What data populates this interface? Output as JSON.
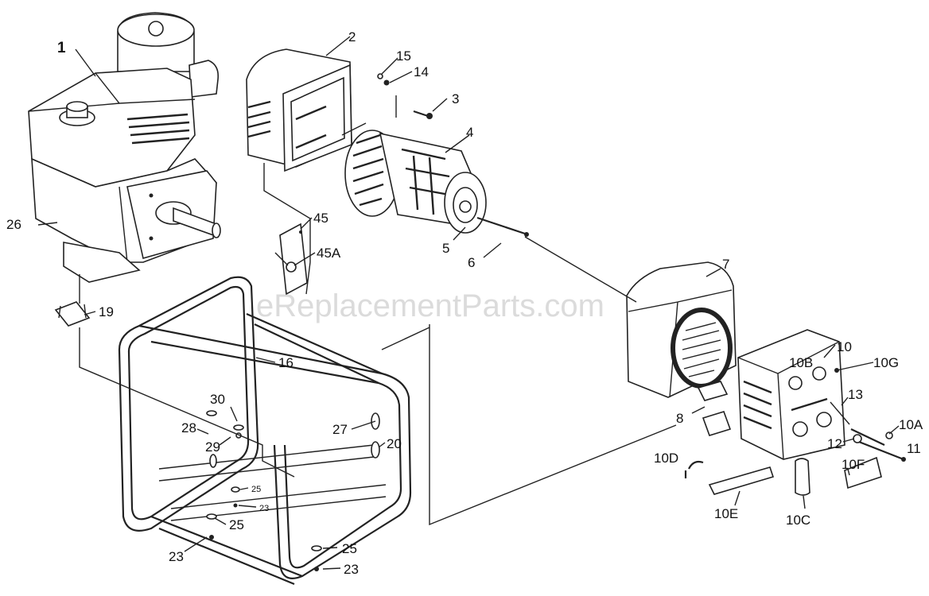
{
  "watermark": "eReplacementParts.com",
  "callouts": {
    "c1": "1",
    "c2": "2",
    "c3": "3",
    "c4": "4",
    "c5": "5",
    "c6": "6",
    "c7": "7",
    "c8": "8",
    "c10": "10",
    "c10A": "10A",
    "c10B": "10B",
    "c10C": "10C",
    "c10D": "10D",
    "c10E": "10E",
    "c10F": "10F",
    "c10G": "10G",
    "c11": "11",
    "c12": "12",
    "c13": "13",
    "c14": "14",
    "c15": "15",
    "c16": "16",
    "c19": "19",
    "c20": "20",
    "c23a": "23",
    "c23b": "23",
    "c23c": "23",
    "c25a": "25",
    "c25b": "25",
    "c25c": "25",
    "c26": "26",
    "c27": "27",
    "c28": "28",
    "c29": "29",
    "c30": "30",
    "c45": "45",
    "c45A": "45A"
  }
}
